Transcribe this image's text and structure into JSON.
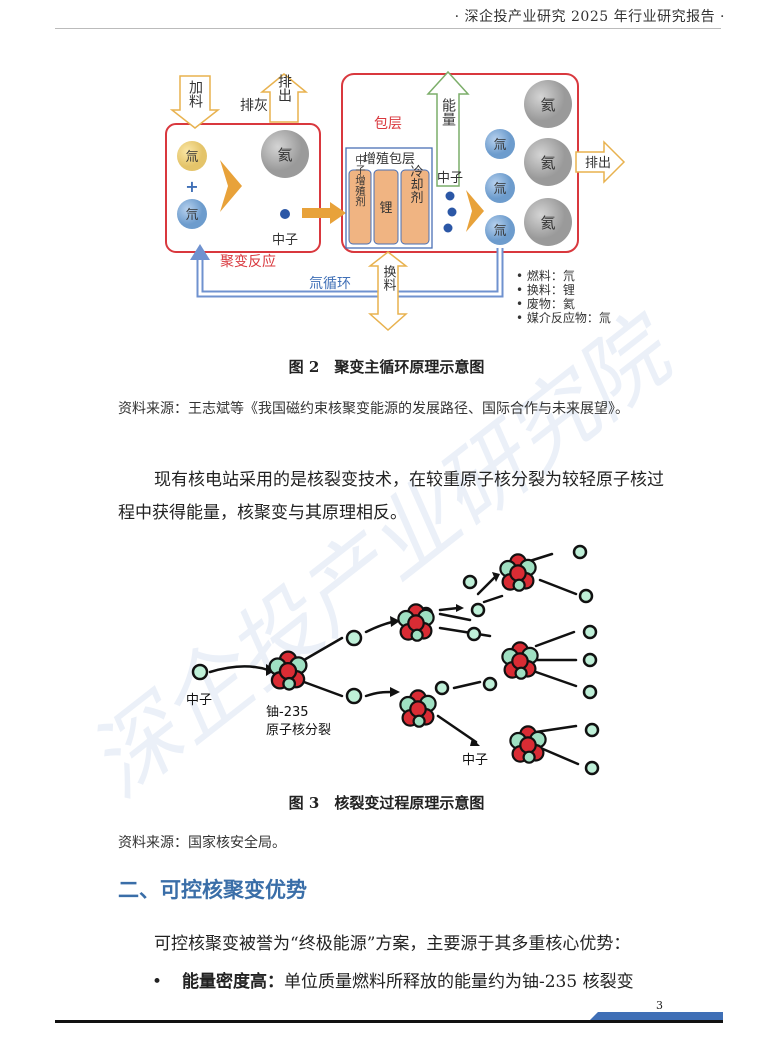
{
  "header": {
    "title": "· 深企投产业研究 2025 年行业研究报告 ·"
  },
  "figure2": {
    "caption": "图 2　聚变主循环原理示意图",
    "source": "资料来源：王志斌等《我国磁约束核聚变能源的发展路径、国际合作与未来展望》。",
    "labels": {
      "feed": "加料",
      "ash": "排灰",
      "exhaust_top": "排出",
      "tritium": "氚",
      "deuterium": "氘",
      "helium": "氦",
      "plus": "+",
      "neutron": "中子",
      "fusion_reaction": "聚变反应",
      "blanket": "包层",
      "breeding_blanket": "增殖包层",
      "neutron_multiplier": "中子增殖剂",
      "lithium": "锂",
      "coolant": "冷却剂",
      "energy": "能量",
      "exhaust_right": "排出",
      "tritium_cycle": "氚循环",
      "refuel": "换料"
    },
    "legend": [
      "• 燃料：氘",
      "• 换料：锂",
      "• 废物：氦",
      "• 媒介反应物：氚"
    ],
    "colors": {
      "border_red": "#d9383e",
      "blue_arrow": "#6f92cf",
      "orange": "#e8a23a"
    }
  },
  "figure3": {
    "caption": "图 3　核裂变过程原理示意图",
    "source": "资料来源：国家核安全局。",
    "labels": {
      "neutron_left": "中子",
      "uranium": "铀-235",
      "nucleus_fission": "原子核分裂",
      "neutron_bottom": "中子"
    }
  },
  "paragraph1": "现有核电站采用的是核裂变技术，在较重原子核分裂为较轻原子核过程中获得能量，核聚变与其原理相反。",
  "section": {
    "title": "二、可控核聚变优势"
  },
  "paragraph2": "可控核聚变被誉为“终极能源”方案，主要源于其多重核心优势：",
  "bullet1": {
    "marker": "•",
    "label": "能量密度高：",
    "text": "单位质量燃料所释放的能量约为铀-235 核裂变"
  },
  "page_number": "3",
  "watermark": "深企投产业研究院"
}
